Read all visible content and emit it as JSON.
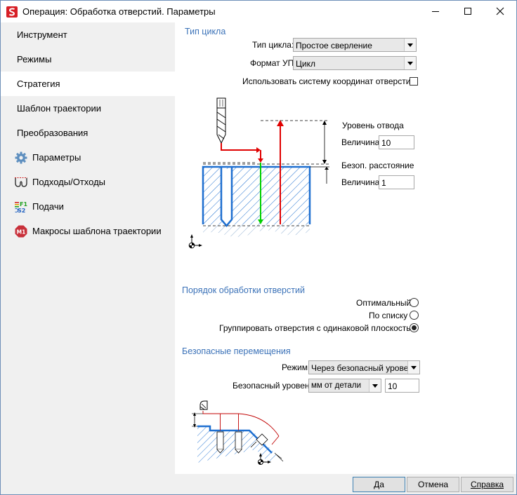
{
  "window": {
    "title": "Операция: Обработка отверстий. Параметры"
  },
  "sidebar": {
    "items": [
      {
        "label": "Инструмент"
      },
      {
        "label": "Режимы"
      },
      {
        "label": "Стратегия"
      },
      {
        "label": "Шаблон траектории"
      },
      {
        "label": "Преобразования"
      },
      {
        "label": "Параметры"
      },
      {
        "label": "Подходы/Отходы"
      },
      {
        "label": "Подачи"
      },
      {
        "label": "Макросы шаблона траектории"
      }
    ],
    "active_index": 2,
    "feeds_icon_text": {
      "f1": "F1",
      "s2": "S2"
    },
    "macros_icon_text": "M1"
  },
  "cycle": {
    "section_title": "Тип цикла",
    "type_label": "Тип цикла:",
    "type_value": "Простое сверление",
    "format_label": "Формат УП:",
    "format_value": "Цикл",
    "use_coord_label": "Использовать систему координат отверстий",
    "use_coord_checked": false
  },
  "diagram": {
    "retract_level_label": "Уровень отвода",
    "retract_value_label": "Величина:",
    "retract_value": "10",
    "safe_distance_label": "Безоп. расстояние",
    "safe_value_label": "Величина:",
    "safe_value": "1"
  },
  "order": {
    "section_title": "Порядок обработки отверстий",
    "options": [
      {
        "label": "Оптимальный",
        "selected": false
      },
      {
        "label": "По списку",
        "selected": false
      },
      {
        "label": "Группировать отверстия с одинаковой плоскостью",
        "selected": true
      }
    ]
  },
  "safe_moves": {
    "section_title": "Безопасные перемещения",
    "mode_label": "Режим:",
    "mode_value": "Через безопасный уровень",
    "level_label": "Безопасный уровень",
    "level_mode_value": "мм от детали",
    "level_value": "10"
  },
  "footer": {
    "ok": "Да",
    "cancel": "Отмена",
    "help": "Справка"
  },
  "colors": {
    "accent": "#3b72b8",
    "part_blue": "#1e6fd0",
    "path_red": "#e00000",
    "feed_green": "#00d000"
  }
}
